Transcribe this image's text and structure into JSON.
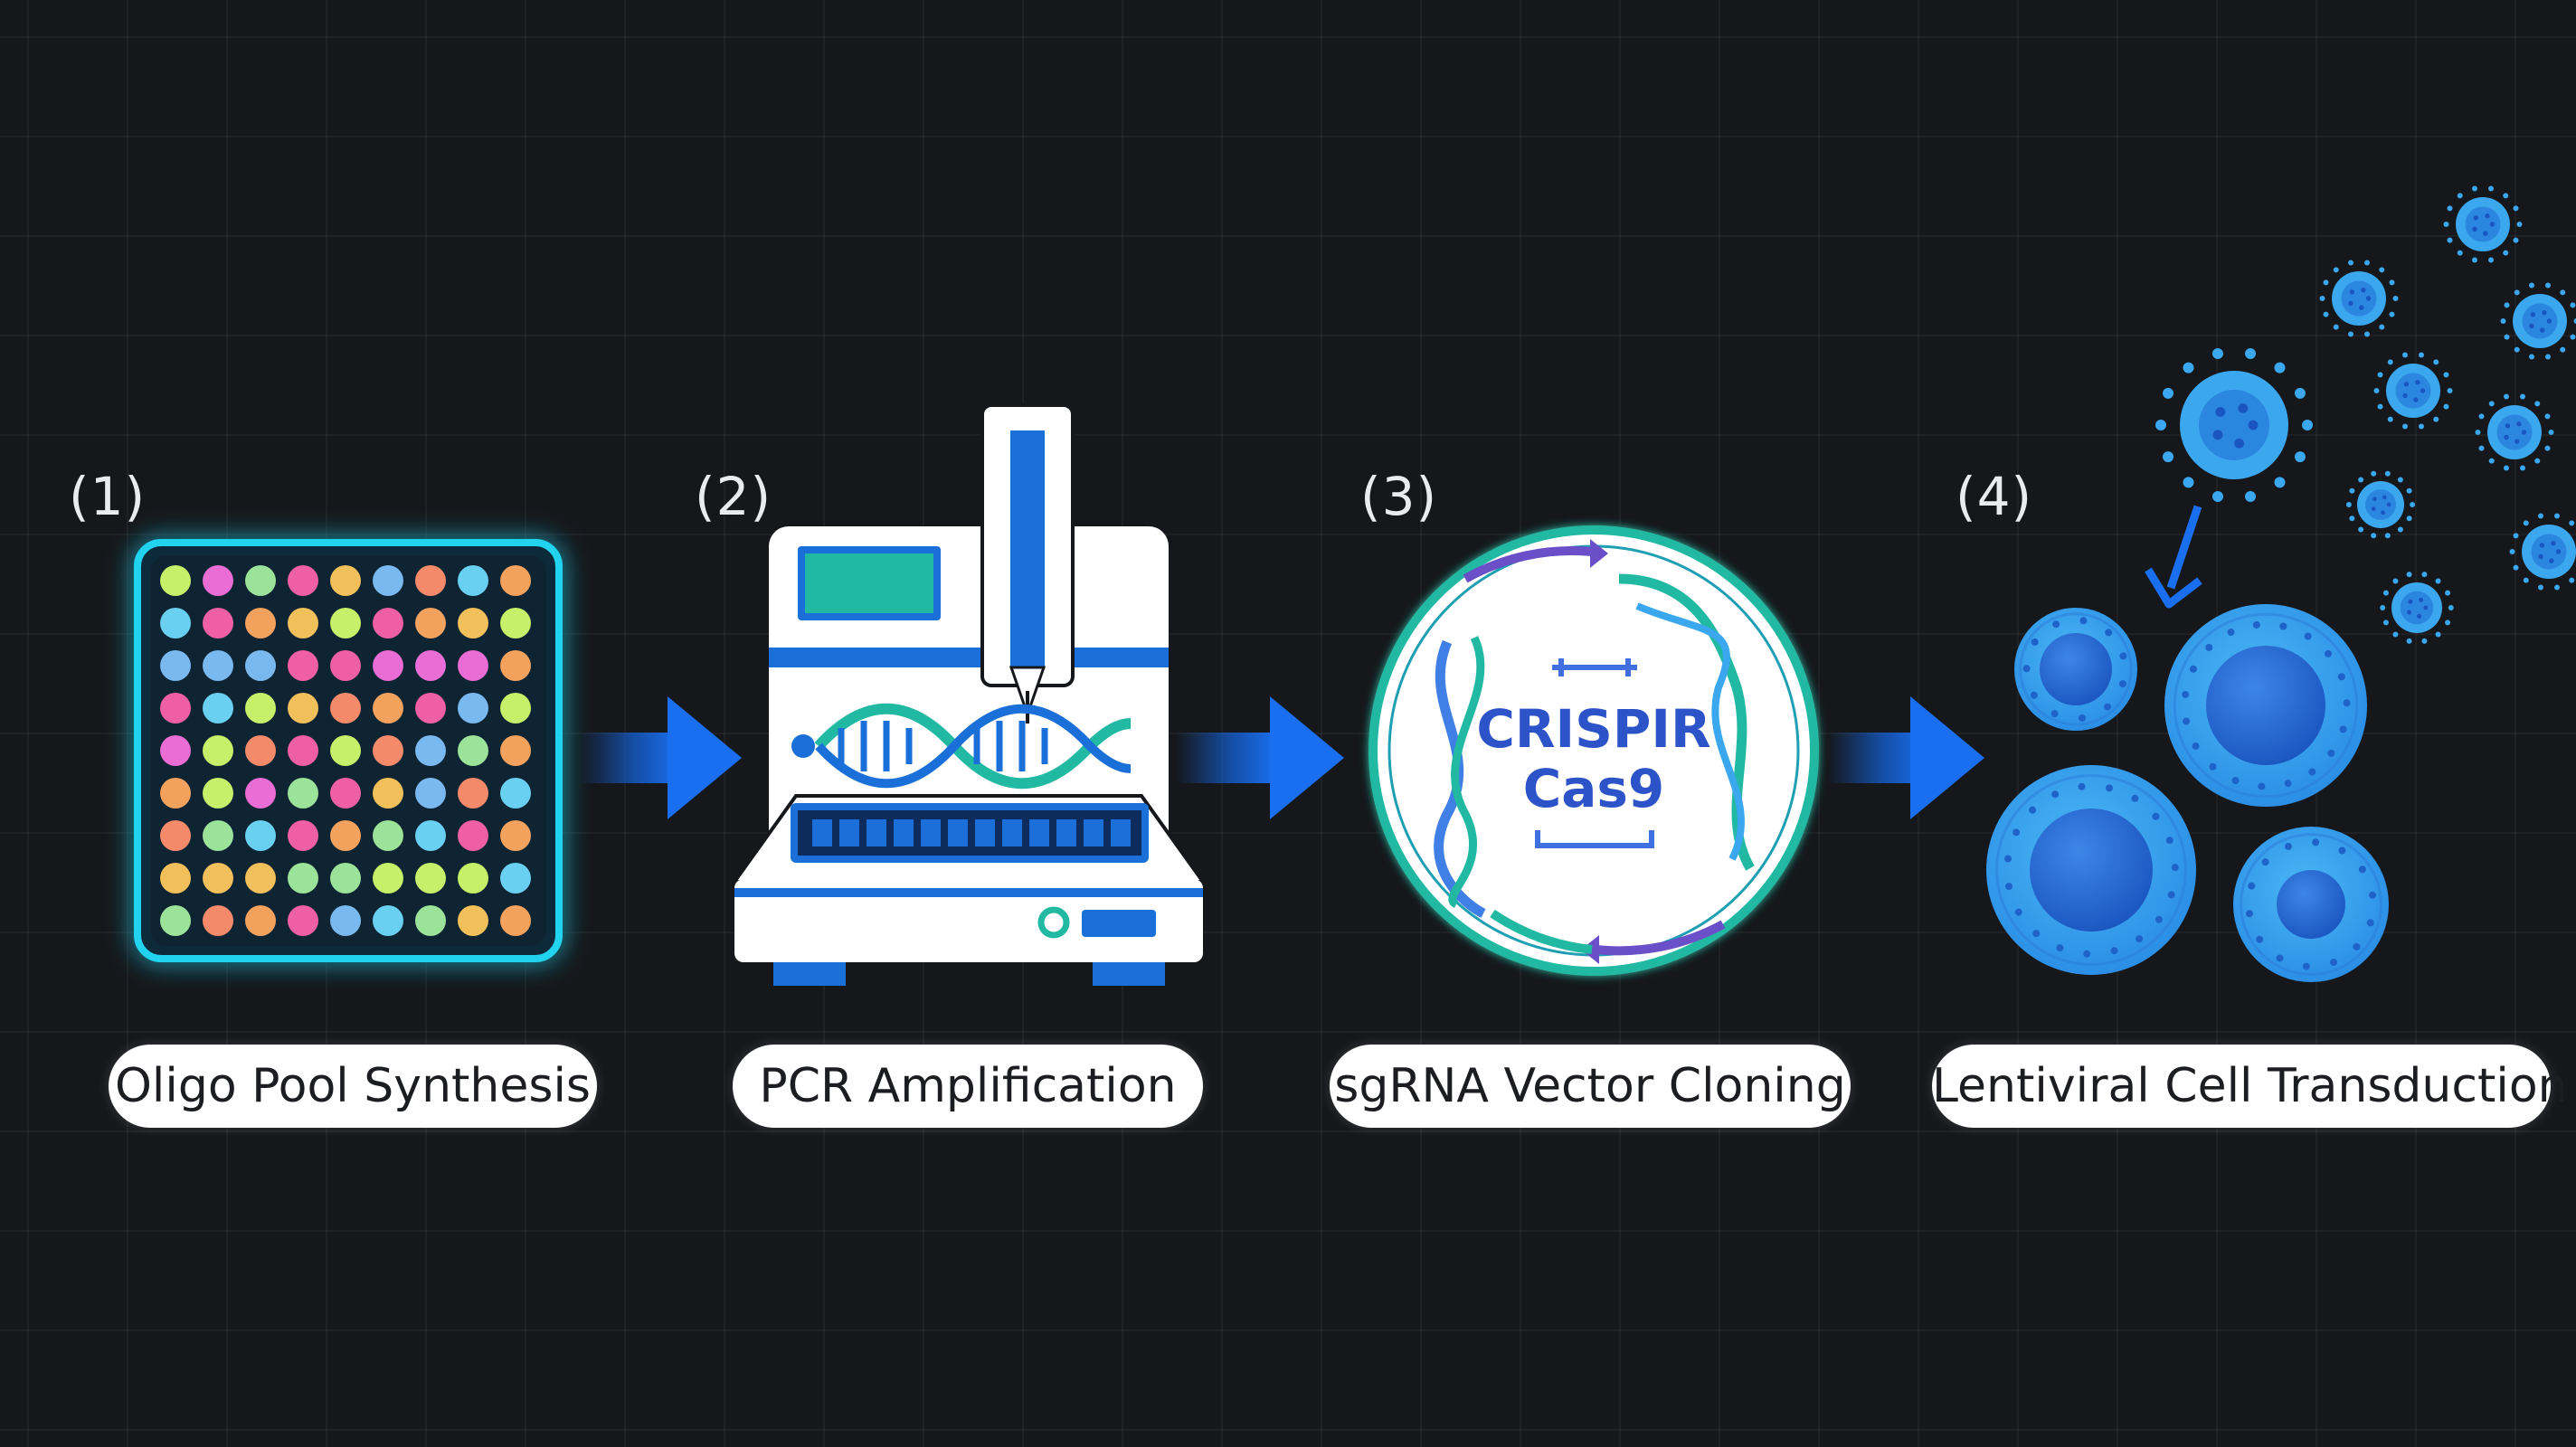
{
  "steps": [
    {
      "number": "(1)",
      "label": "Oligo Pool Synthesis"
    },
    {
      "number": "(2)",
      "label": "PCR Amplification"
    },
    {
      "number": "(3)",
      "label": "sgRNA Vector Cloning"
    },
    {
      "number": "(4)",
      "label": "Lentiviral Cell Transduction"
    }
  ],
  "plasmid": {
    "line1": "CRISPIR",
    "line2": "Cas9"
  },
  "colors": {
    "background": "#15171b",
    "cyan_glow": "#23d3f0",
    "arrow_blue": "#1565e0",
    "machine_blue": "#1a6fd8",
    "teal": "#22b9a3",
    "cell_light": "#3aa7ee",
    "cell_dark": "#1f62c8"
  },
  "icons": [
    "oligo-plate-icon",
    "pcr-machine-icon",
    "plasmid-icon",
    "cells-virus-icon",
    "arrow-right-icon"
  ]
}
